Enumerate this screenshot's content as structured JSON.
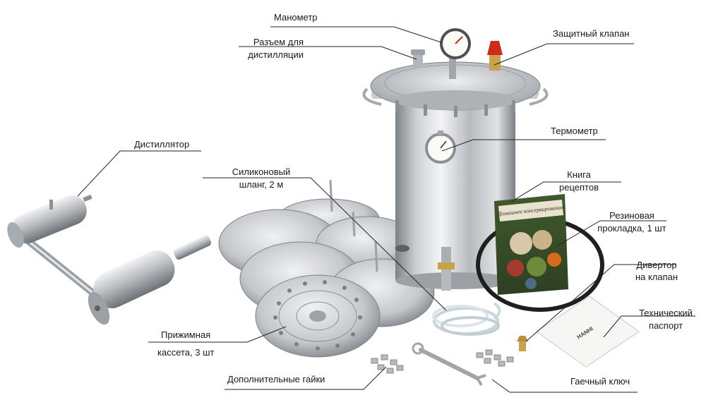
{
  "labels": {
    "manometer": "Манометр",
    "distill_port_1": "Разъем для",
    "distill_port_2": "дистилляции",
    "safety_valve": "Защитный клапан",
    "thermometer": "Термометр",
    "distiller": "Дистиллятор",
    "hose_1": "Силиконовый",
    "hose_2": "шланг, 2 м",
    "book_1": "Книга",
    "book_2": "рецептов",
    "gasket_1": "Резиновая",
    "gasket_2": "прокладка, 1 шт",
    "diverter_1": "Дивертор",
    "diverter_2": "на клапан",
    "passport_1": "Технический",
    "passport_2": "паспорт",
    "cassette_1": "Прижимная",
    "cassette_2": "кассета, 3 шт",
    "nuts": "Дополнительные гайки",
    "wrench": "Гаечный ключ"
  },
  "book": {
    "cover_title": "Домашнее консервирование",
    "brand": "HANHI"
  },
  "colors": {
    "steel_light": "#e4e6e8",
    "steel_mid": "#b9bdc1",
    "steel_dark": "#6f7479",
    "gauge_face": "#fbfbf6",
    "valve_red": "#d02a1e",
    "brass": "#c9a24a",
    "gasket": "#1f1f1f",
    "leader": "#222222"
  }
}
